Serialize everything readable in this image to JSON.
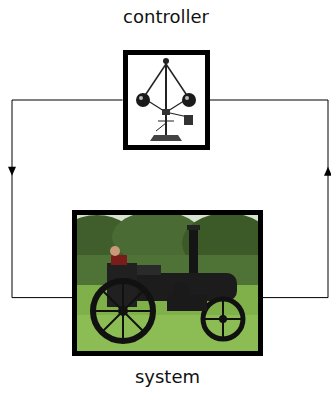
{
  "diagram": {
    "nodes": [
      {
        "text": [
          "controller"
        ]
      },
      {
        "text": [
          "system"
        ]
      }
    ],
    "edges": [
      {
        "from": 0,
        "to": 1,
        "arrow": "to"
      },
      {
        "from": 1,
        "to": 0,
        "arrow": "to"
      }
    ]
  }
}
